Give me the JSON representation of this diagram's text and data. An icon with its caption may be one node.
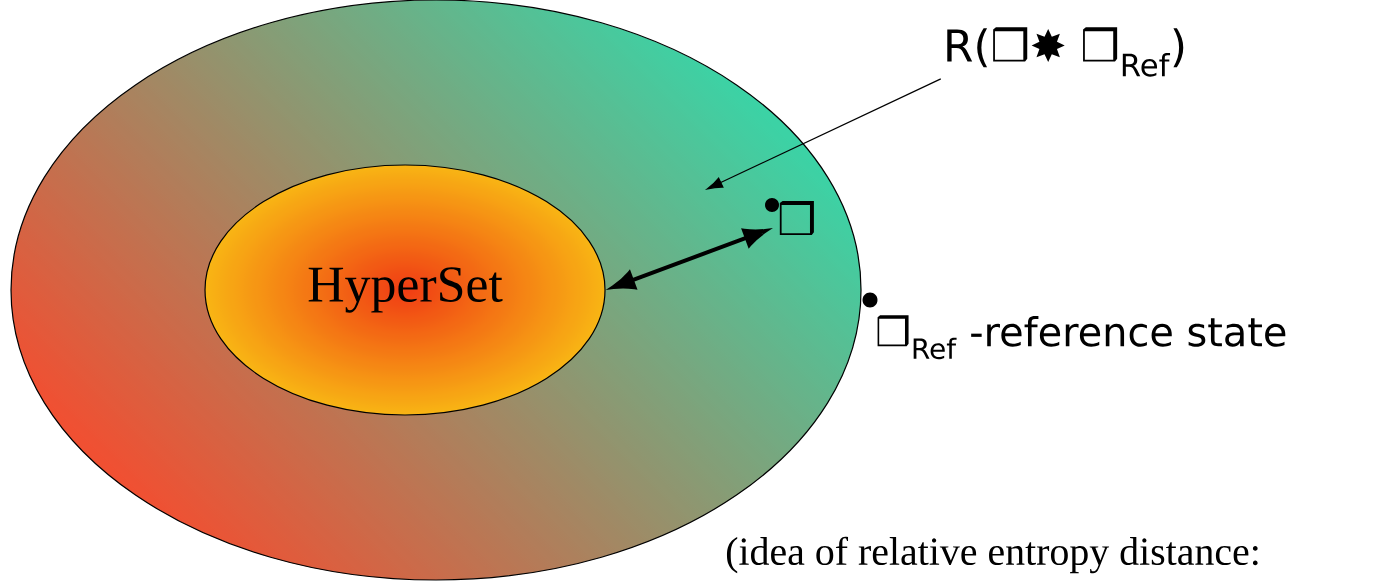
{
  "diagram": {
    "nodes": [
      {
        "text": [],
        "shape": "ellipse"
      },
      {
        "text": [
          "HyperSet"
        ],
        "in": 0
      },
      {
        "text": [
          "❒"
        ],
        "in": 0
      },
      {
        "text": [],
        "shape": "circle",
        "beside": [
          "❒$_{Ref}$ -reference state"
        ]
      },
      {
        "text": [
          "R(❒✸ ❒$_{Ref}$)"
        ]
      }
    ],
    "edges": [
      {
        "from": 1,
        "to": 2,
        "arrow": "both",
        "style": "thick"
      },
      {
        "from": 4,
        "to": null,
        "arrow": "to"
      }
    ],
    "labels": [
      "(idea of relative entropy distance:"
    ]
  }
}
